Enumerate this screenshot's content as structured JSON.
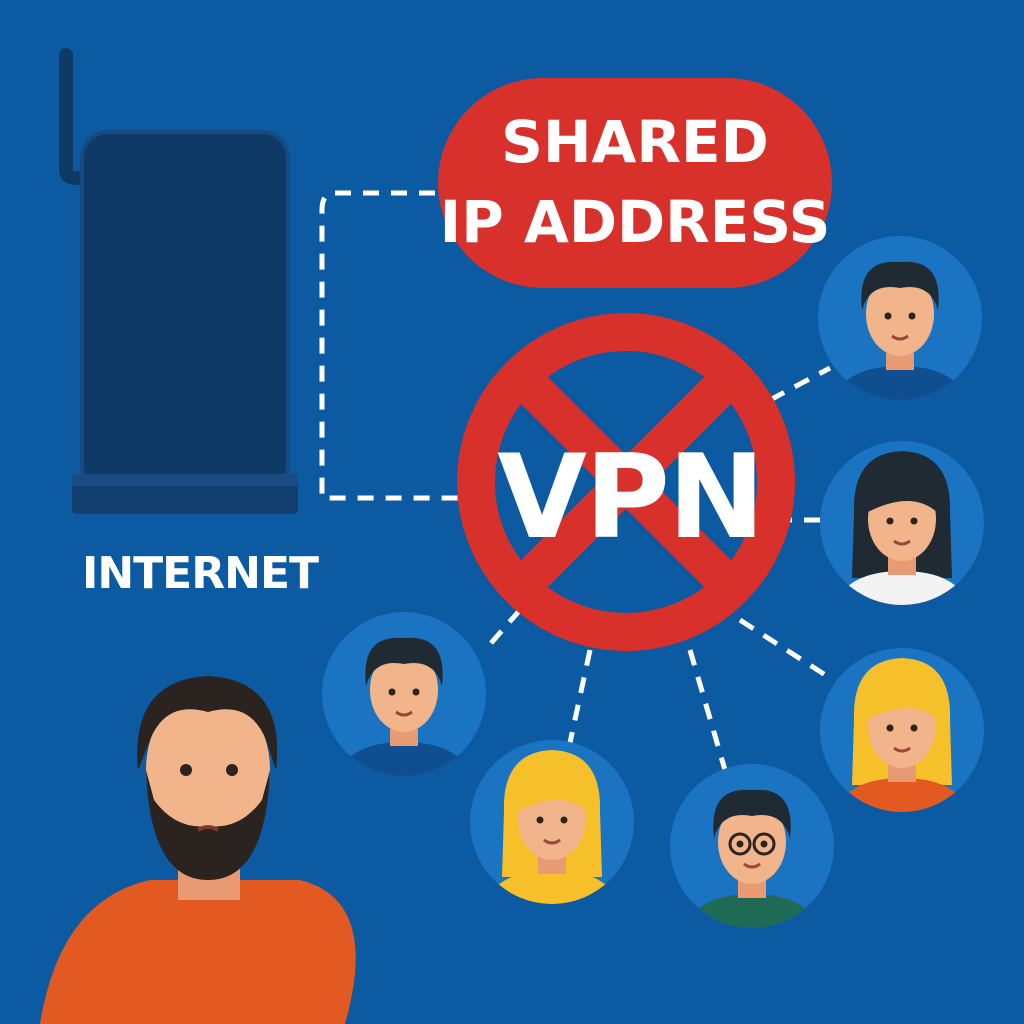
{
  "badge": {
    "line1": "SHARED",
    "line2": "IP ADDRESS",
    "color": "#d8302a"
  },
  "vpn_sign": {
    "label": "VPN",
    "status": "blocked",
    "color": "#d8302a"
  },
  "router": {
    "label": "INTERNET",
    "color": "#0f3a66"
  },
  "colors": {
    "background": "#0c5aa2",
    "avatar_bg": "#1b74c2",
    "skin": "#f2b48a"
  }
}
